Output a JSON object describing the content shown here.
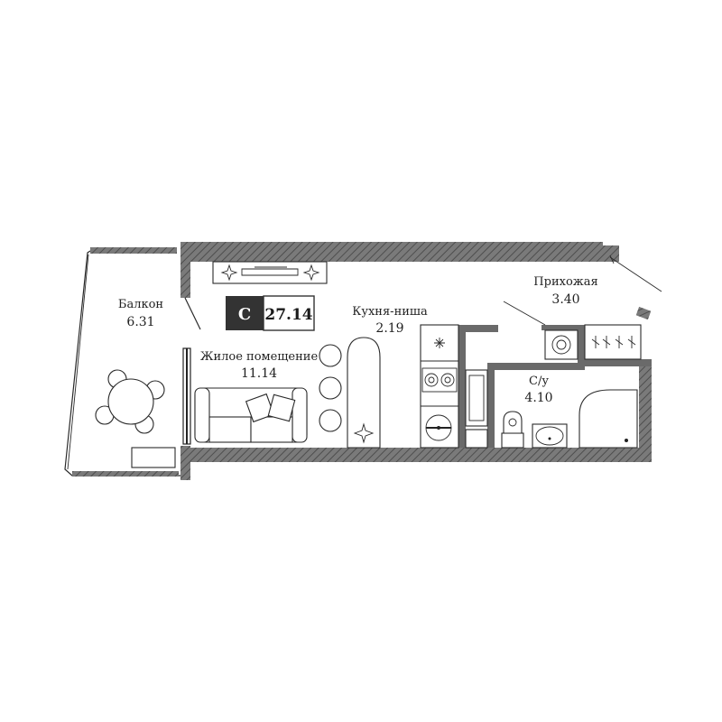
{
  "plan": {
    "type_letter": "С",
    "total_area": "27.14",
    "badge_colors": {
      "letter_bg": "#333333",
      "area_border": "#333333"
    },
    "wall_color": "#6a6a6a",
    "rooms": {
      "balcony": {
        "name": "Балкон",
        "area": "6.31"
      },
      "living": {
        "name": "Жилое помещение",
        "area": "11.14"
      },
      "kitchen": {
        "name": "Кухня-ниша",
        "area": "2.19"
      },
      "hallway": {
        "name": "Прихожая",
        "area": "3.40"
      },
      "bathroom": {
        "name": "С/у",
        "area": "4.10"
      }
    }
  }
}
